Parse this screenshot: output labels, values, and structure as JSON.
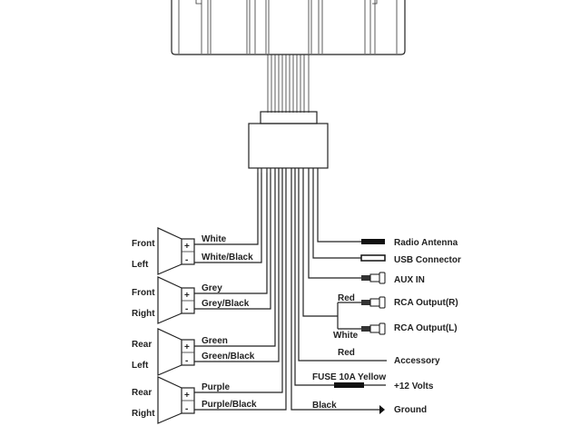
{
  "speakers": [
    {
      "name1": "Front",
      "name2": "Left",
      "plus": "+",
      "minus": "-",
      "pos_wire": "White",
      "neg_wire": "White/Black"
    },
    {
      "name1": "Front",
      "name2": "Right",
      "plus": "+",
      "minus": "-",
      "pos_wire": "Grey",
      "neg_wire": "Grey/Black"
    },
    {
      "name1": "Rear",
      "name2": "Left",
      "plus": "+",
      "minus": "-",
      "pos_wire": "Green",
      "neg_wire": "Green/Black"
    },
    {
      "name1": "Rear",
      "name2": "Right",
      "plus": "+",
      "minus": "-",
      "pos_wire": "Purple",
      "neg_wire": "Purple/Black"
    }
  ],
  "outputs": {
    "antenna": "Radio Antenna",
    "usb": "USB Connector",
    "aux": "AUX IN",
    "rca_r": "RCA Output(R)",
    "rca_l": "RCA Output(L)",
    "rca_r_wire": "Red",
    "rca_l_wire": "White",
    "accessory": "Accessory",
    "accessory_wire": "Red",
    "power": "+12 Volts",
    "power_wire": "FUSE 10A Yellow",
    "ground": "Ground",
    "ground_wire": "Black"
  }
}
